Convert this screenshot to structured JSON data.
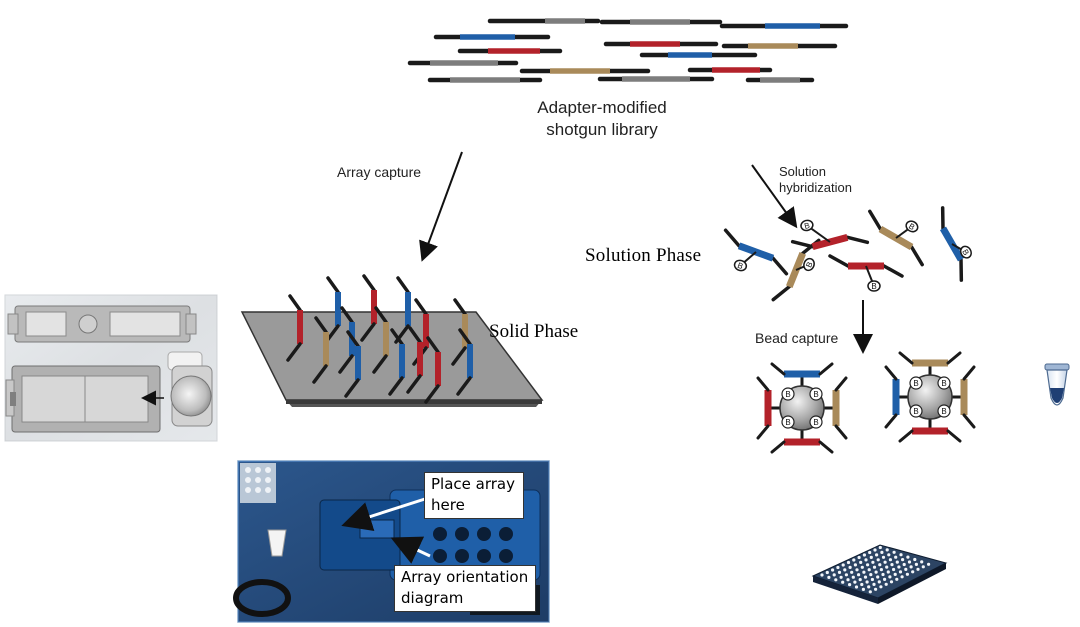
{
  "labels": {
    "library_line1": "Adapter-modified",
    "library_line2": "shotgun library",
    "array_capture": "Array capture",
    "solution_hyb_line1": "Solution",
    "solution_hyb_line2": "hybridization",
    "solution_phase": "Solution Phase",
    "solid_phase": "Solid Phase",
    "bead_capture": "Bead capture",
    "bead_letter": "B"
  },
  "callouts": {
    "place_line1": "Place array",
    "place_line2": "here",
    "orient_line1": "Array orientation",
    "orient_line2": "diagram"
  },
  "colors": {
    "red": "#b3222a",
    "blue": "#1f5fa8",
    "tan": "#a98a5a",
    "gray": "#7d7d7d",
    "black": "#1a1a1a"
  }
}
